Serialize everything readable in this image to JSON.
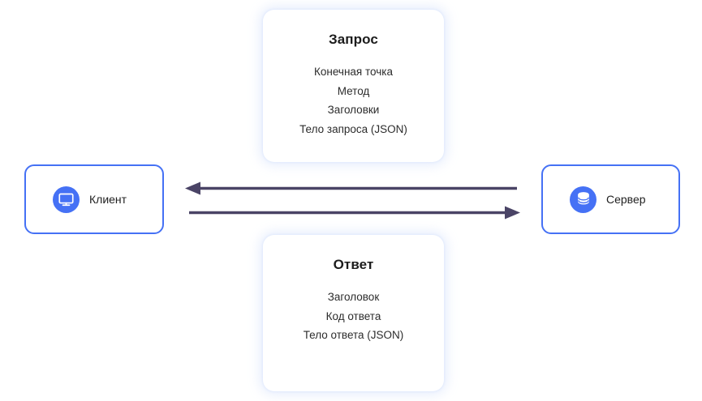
{
  "diagram": {
    "title": "Client-Server HTTP request/response diagram",
    "background_color": "#ffffff",
    "accent_color": "#4571f5",
    "arrow_color": "#4a4466",
    "text_color": "#2c2c2c",
    "title_color": "#1c1c1c"
  },
  "nodes": {
    "client": {
      "label": "Клиент",
      "icon": "monitor-icon",
      "icon_color": "#ffffff",
      "circle_color": "#4571f5",
      "border_color": "#4571f5"
    },
    "server": {
      "label": "Сервер",
      "icon": "database-icon",
      "icon_color": "#ffffff",
      "circle_color": "#4571f5",
      "border_color": "#4571f5"
    }
  },
  "cards": {
    "request": {
      "title": "Запрос",
      "lines": [
        "Конечная точка",
        "Метод",
        "Заголовки",
        "Тело запроса (JSON)"
      ]
    },
    "response": {
      "title": "Ответ",
      "lines": [
        "Заголовок",
        "Код ответа",
        "Тело ответа (JSON)"
      ]
    }
  },
  "arrows": [
    {
      "name": "response-arrow",
      "direction": "left",
      "from": "server",
      "to": "client",
      "color": "#4a4466"
    },
    {
      "name": "request-arrow",
      "direction": "right",
      "from": "client",
      "to": "server",
      "color": "#4a4466"
    }
  ]
}
